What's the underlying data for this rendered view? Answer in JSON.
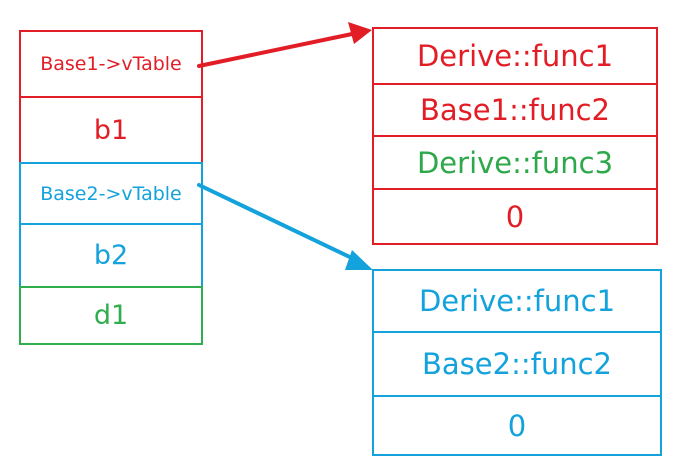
{
  "object_layout": {
    "base1_vptr": "Base1->vTable",
    "b1": "b1",
    "base2_vptr": "Base2->vTable",
    "b2": "b2",
    "d1": "d1"
  },
  "base1_vtable": [
    "Derive::func1",
    "Base1::func2",
    "Derive::func3",
    "0"
  ],
  "base2_vtable": [
    "Derive::func1",
    "Base2::func2",
    "0"
  ],
  "colors": {
    "base1": "#e21d26",
    "base2": "#13a2dc",
    "derived": "#30ad4c"
  }
}
